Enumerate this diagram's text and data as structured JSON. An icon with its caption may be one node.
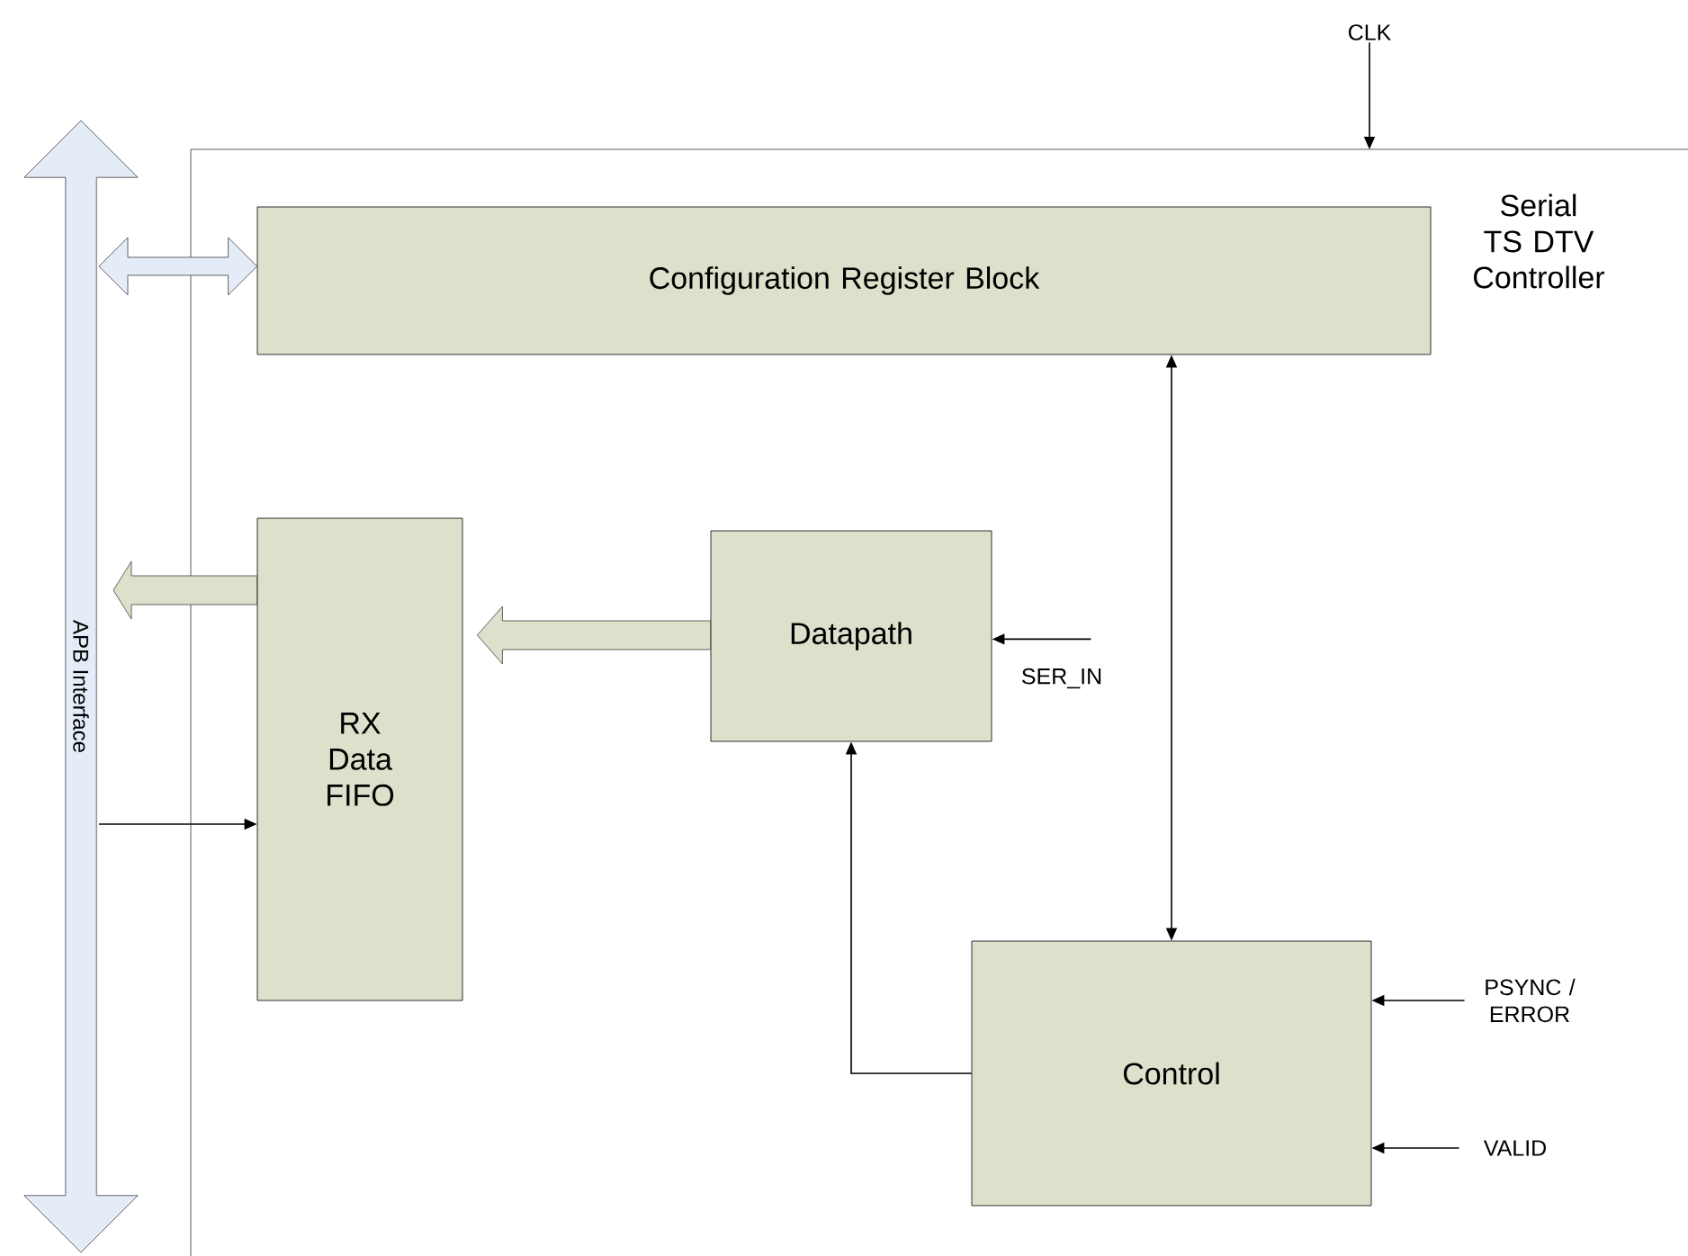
{
  "diagram": {
    "nodes": [
      {
        "text": [
          "APB Interface"
        ]
      },
      {
        "text": [
          "Serial TS DTV Controller"
        ]
      },
      {
        "text": [
          "Configuration Register Block"
        ],
        "in": 1
      },
      {
        "text": [
          "RX Data FIFO"
        ],
        "in": 1
      },
      {
        "text": [
          "Datapath"
        ],
        "in": 1
      },
      {
        "text": [
          "Control"
        ],
        "in": 1
      },
      {
        "text": [
          "CLK"
        ]
      },
      {
        "text": [
          "SER_IN"
        ],
        "in": 1
      },
      {
        "text": [
          "PSYNC / ERROR"
        ],
        "in": 1
      },
      {
        "text": [
          "VALID"
        ],
        "in": 1
      }
    ],
    "edges": [
      {
        "from": 6,
        "to": 1,
        "arrow": "to"
      },
      {
        "from": 0,
        "to": 2,
        "arrow": "both",
        "style": "thick",
        "color": "#e4ecf7"
      },
      {
        "from": 3,
        "to": 0,
        "arrow": "to",
        "style": "thick",
        "color": "#dde1cb"
      },
      {
        "from": 4,
        "to": 3,
        "arrow": "to",
        "style": "thick",
        "color": "#dde1cb"
      },
      {
        "from": 7,
        "to": 4,
        "arrow": "to"
      },
      {
        "from": 0,
        "to": 3,
        "arrow": "to"
      },
      {
        "from": 2,
        "to": 5,
        "arrow": "both"
      },
      {
        "from": 5,
        "to": 4,
        "arrow": "to"
      },
      {
        "from": 8,
        "to": 5,
        "arrow": "to"
      },
      {
        "from": 9,
        "to": 5,
        "arrow": "to"
      }
    ]
  }
}
